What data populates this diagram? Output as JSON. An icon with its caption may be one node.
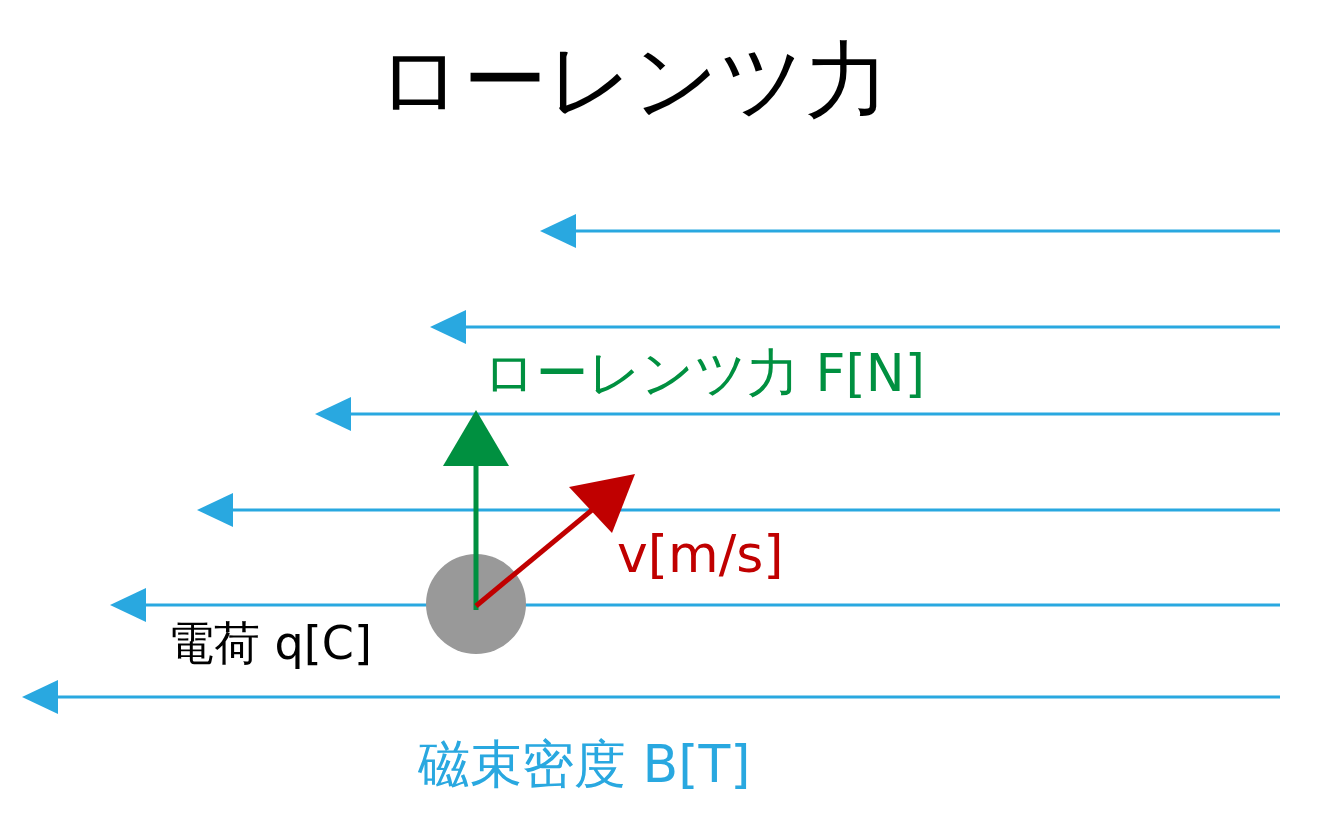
{
  "diagram": {
    "title": "ローレンツ力",
    "nodes": [
      {
        "text": [],
        "shape": "circle",
        "beside": [
          "電荷 q[C]"
        ]
      }
    ],
    "edges": [],
    "labels": [
      "ローレンツ力 F[N]",
      "v[m/s]",
      "磁束密度 B[T]"
    ]
  }
}
